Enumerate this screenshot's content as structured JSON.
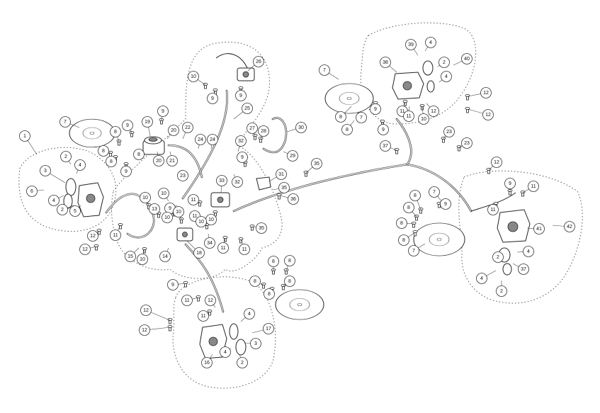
{
  "labels": [
    "1",
    "2",
    "3",
    "4",
    "5",
    "6",
    "7",
    "8",
    "9",
    "10",
    "11",
    "12",
    "13",
    "14",
    "15",
    "16",
    "17",
    "18",
    "19",
    "20",
    "21",
    "22",
    "23",
    "24",
    "25",
    "26",
    "27",
    "28",
    "29",
    "30",
    "31",
    "32",
    "33",
    "34",
    "35",
    "36",
    "37",
    "38",
    "39",
    "40",
    "41",
    "42"
  ],
  "colors": {
    "ink": "#222222",
    "zone": "#555555",
    "background": "#ffffff"
  }
}
